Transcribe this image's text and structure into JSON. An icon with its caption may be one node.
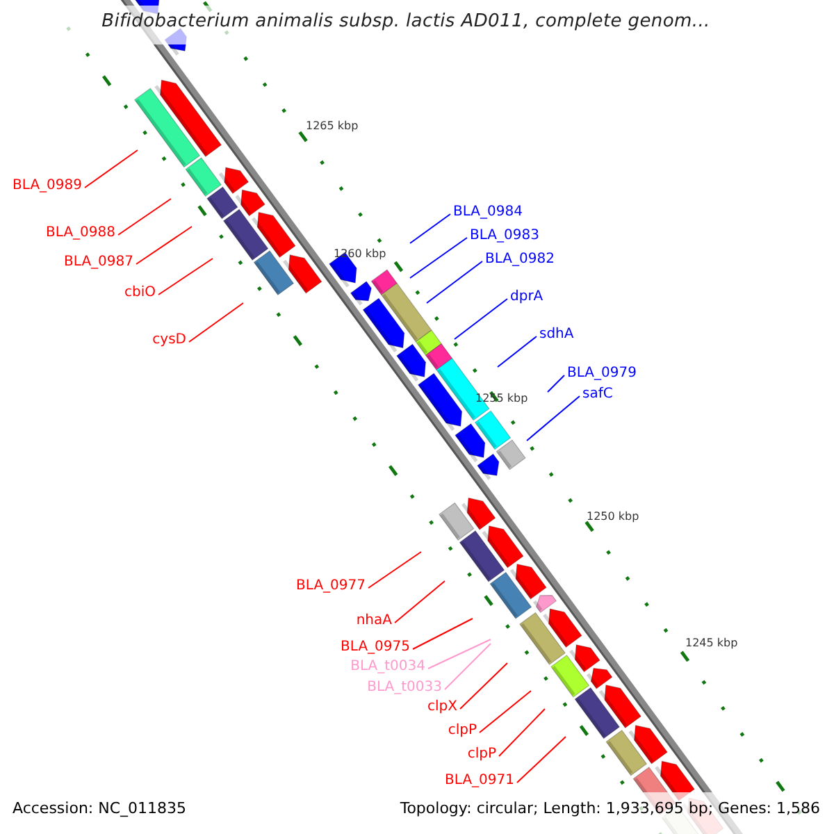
{
  "diagram": {
    "title": "Bifidobacterium animalis subsp. lactis AD011, complete genom...",
    "nodes": [
      {
        "text": [
          "BLA_0989"
        ]
      },
      {
        "text": [
          "BLA_0988"
        ]
      },
      {
        "text": [
          "BLA_0987"
        ]
      },
      {
        "text": [
          "cbiO"
        ]
      },
      {
        "text": [
          "cysD"
        ]
      },
      {
        "text": [
          "BLA_0984"
        ]
      },
      {
        "text": [
          "BLA_0983"
        ]
      },
      {
        "text": [
          "BLA_0982"
        ]
      },
      {
        "text": [
          "dprA"
        ]
      },
      {
        "text": [
          "sdhA"
        ]
      },
      {
        "text": [
          "BLA_0979"
        ]
      },
      {
        "text": [
          "safC"
        ]
      },
      {
        "text": [
          "BLA_0977"
        ]
      },
      {
        "text": [
          "nhaA"
        ]
      },
      {
        "text": [
          "BLA_0975"
        ]
      },
      {
        "text": [
          "BLA_t0034"
        ]
      },
      {
        "text": [
          "BLA_t0033"
        ]
      },
      {
        "text": [
          "clpX"
        ]
      },
      {
        "text": [
          "clpP"
        ]
      },
      {
        "text": [
          "clpP"
        ]
      },
      {
        "text": [
          "BLA_0971"
        ]
      }
    ],
    "edges": [
      {
        "from": 0,
        "to": null,
        "arrow": "none"
      },
      {
        "from": 1,
        "to": null,
        "arrow": "none"
      },
      {
        "from": 2,
        "to": null,
        "arrow": "none"
      },
      {
        "from": 3,
        "to": null,
        "arrow": "none"
      },
      {
        "from": 4,
        "to": null,
        "arrow": "none"
      },
      {
        "from": 5,
        "to": null,
        "arrow": "none",
        "color": "#0000ff"
      },
      {
        "from": 6,
        "to": null,
        "arrow": "none",
        "color": "#0000ff"
      },
      {
        "from": 7,
        "to": null,
        "arrow": "none",
        "color": "#0000ff"
      },
      {
        "from": 8,
        "to": null,
        "arrow": "none",
        "color": "#0000ff"
      },
      {
        "from": 9,
        "to": null,
        "arrow": "none",
        "color": "#0000ff"
      },
      {
        "from": 10,
        "to": null,
        "arrow": "none",
        "color": "#0000ff"
      },
      {
        "from": 11,
        "to": null,
        "arrow": "none",
        "color": "#0000ff"
      },
      {
        "from": 12,
        "to": null,
        "arrow": "none"
      },
      {
        "from": 13,
        "to": null,
        "arrow": "none"
      },
      {
        "from": 14,
        "to": null,
        "arrow": "none"
      },
      {
        "from": 15,
        "to": null,
        "arrow": "none",
        "color": "#ff99cc"
      },
      {
        "from": 16,
        "to": null,
        "arrow": "none",
        "color": "#ff99cc"
      },
      {
        "from": 17,
        "to": null,
        "arrow": "none"
      },
      {
        "from": 18,
        "to": null,
        "arrow": "none"
      },
      {
        "from": 19,
        "to": null,
        "arrow": "none"
      },
      {
        "from": 20,
        "to": null,
        "arrow": "none"
      }
    ],
    "labels": [
      "1265 kbp",
      "1260 kbp",
      "1255 kbp",
      "1250 kbp",
      "1245 kbp",
      "Accession: NC_011835",
      "Topology: circular; Length: 1,933,695 bp; Genes: 1,586"
    ]
  }
}
